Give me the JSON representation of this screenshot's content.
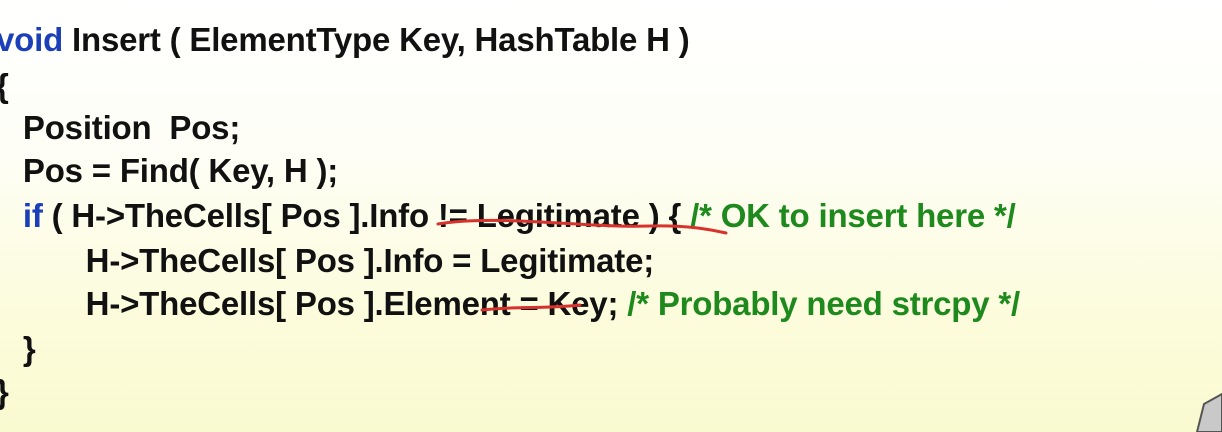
{
  "code": {
    "line1": {
      "keyword": "void",
      "text": " Insert ( ElementType Key, HashTable H )"
    },
    "line2": {
      "text": "{"
    },
    "line3": {
      "text": "   Position  Pos;"
    },
    "line4": {
      "text": "   Pos = Find( Key, H );"
    },
    "line5": {
      "indent": "   ",
      "keyword": "if",
      "text_before": " ( H->TheCells[ Pos ].",
      "marked": "Info != Legitimate",
      "text_after": " ) { ",
      "comment": "/* OK to insert here */"
    },
    "line6": {
      "text": "          H->TheCells[ Pos ].Info = Legitimate;"
    },
    "line7": {
      "text_before": "          H->TheCells[ Pos ].",
      "marked": "Element",
      "text_after": " = Key; ",
      "comment": "/* Probably need strcpy */"
    },
    "line8": {
      "text": "   }"
    },
    "line9": {
      "text": "}"
    }
  },
  "colors": {
    "keyword": "#1a3fb8",
    "comment": "#1e8a1e",
    "code_text": "#111111",
    "annotation_stroke": "#d8322c"
  }
}
